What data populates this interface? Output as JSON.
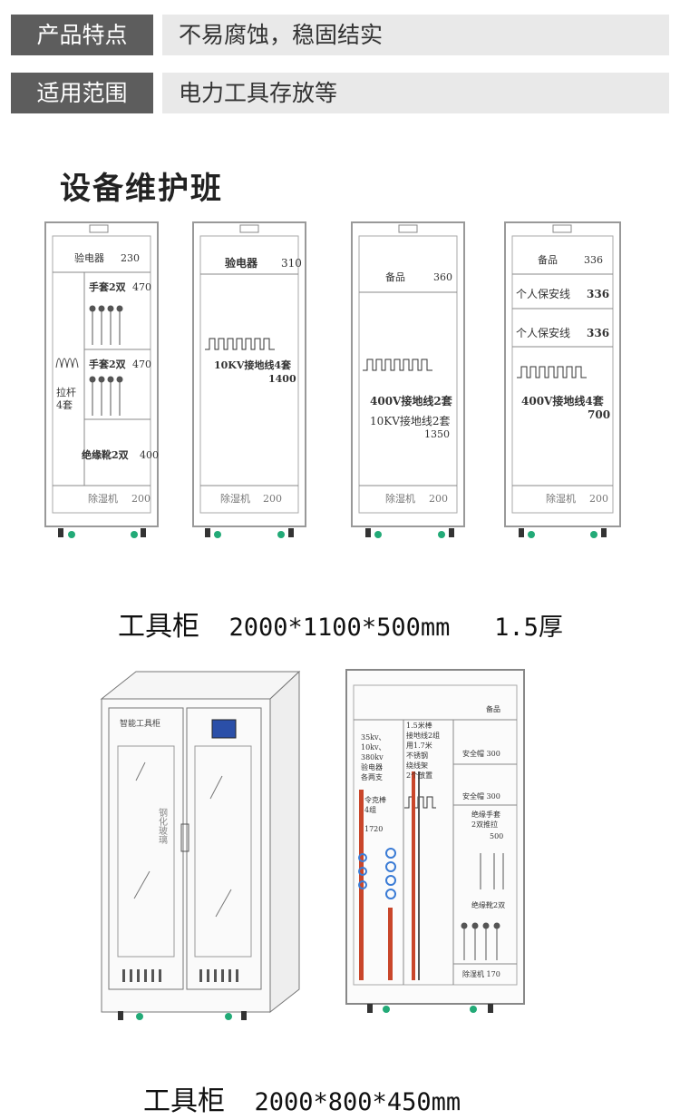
{
  "features": {
    "label": "产品特点",
    "value": "不易腐蚀，稳固结实"
  },
  "usage": {
    "label": "适用范围",
    "value": "电力工具存放等"
  },
  "section_title": "设备维护班",
  "cab1": {
    "top": "验电器",
    "top_num": "230",
    "g1": "手套2双",
    "g1_num": "470",
    "g2": "手套2双",
    "g2_num": "470",
    "rod": "拉杆",
    "rod2": "4套",
    "boot": "绝缘靴2双",
    "boot_num": "400",
    "bottom": "除湿机",
    "bottom_num": "200"
  },
  "cab2": {
    "top": "验电器",
    "top_num": "310",
    "mid": "10KV接地线4套",
    "mid_num": "1400",
    "bottom": "除湿机",
    "bottom_num": "200"
  },
  "cab3": {
    "top": "备品",
    "top_num": "360",
    "l1": "400V接地线2套",
    "l2": "10KV接地线2套",
    "l2_num": "1350",
    "bottom": "除湿机",
    "bottom_num": "200"
  },
  "cab4": {
    "top": "备品",
    "top_num": "336",
    "s1": "个人保安线",
    "s1_num": "336",
    "s2": "个人保安线",
    "s2_num": "336",
    "mid": "400V接地线4套",
    "mid_num": "700",
    "bottom": "除湿机",
    "bottom_num": "200"
  },
  "caption1": {
    "name": "工具柜",
    "dims": "2000*1100*500mm",
    "thick": "1.5厚"
  },
  "caption2": {
    "name": "工具柜",
    "dims": "2000*800*450mm"
  },
  "cab3d": {
    "brand": "智能工具柜",
    "glass": "钢化玻璃"
  },
  "interior": {
    "top": "备品",
    "left_text": [
      "35kv、",
      "10kv、",
      "380kv",
      "验电器",
      "各两支"
    ],
    "left_text2": [
      "令克棒",
      "4组"
    ],
    "left_num": "1720",
    "mid_text": [
      "1.5米棒",
      "接地线2组",
      "用1.7米",
      "不锈钢",
      "绕线架",
      "2个放置"
    ],
    "r1": "安全帽 300",
    "r2": "安全帽 300",
    "r3": [
      "绝缘手套",
      "2双推拉"
    ],
    "r3_num": "500",
    "r4": "绝缘靴2双",
    "bottom": "除湿机 170"
  }
}
